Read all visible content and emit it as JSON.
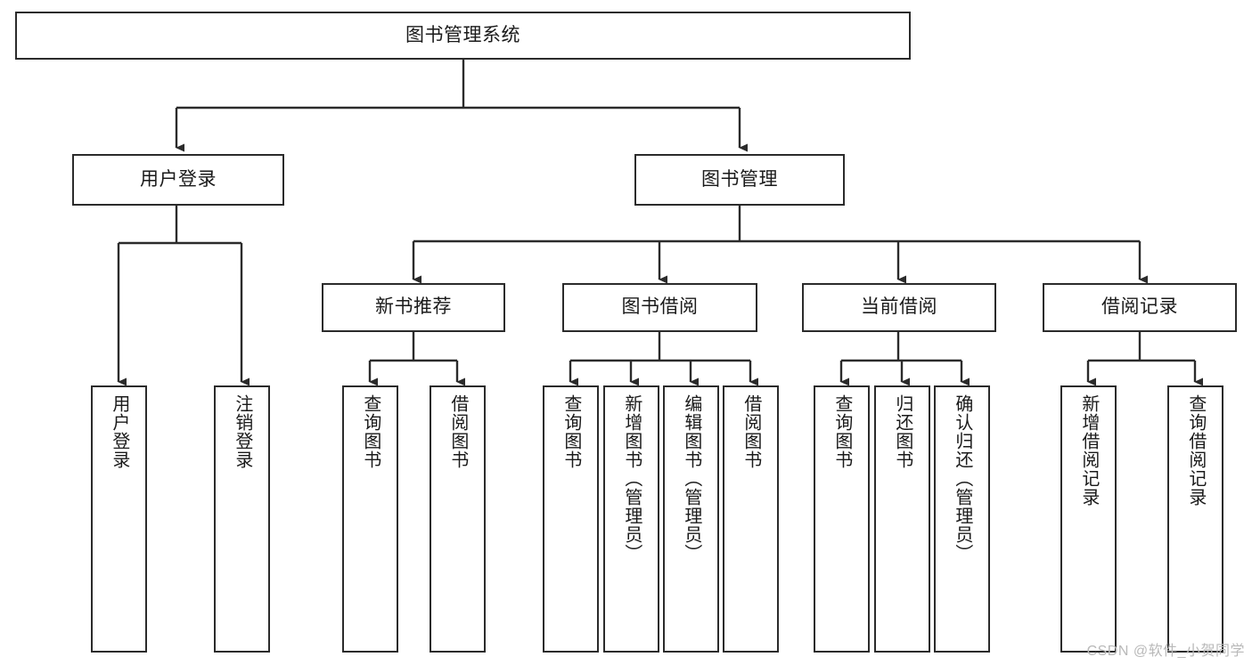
{
  "diagram": {
    "title": "图书管理系统",
    "watermark": "CSDN @软件_小贺同学",
    "colors": {
      "background": "#ffffff",
      "box_border": "#2b2b2b",
      "edge": "#2b2b2b",
      "text": "#1a1a1a",
      "watermark": "#b9b9b9"
    },
    "root": {
      "label": "图书管理系统"
    },
    "level2": [
      {
        "label": "用户登录"
      },
      {
        "label": "图书管理"
      },
      {
        "label": "新书推荐"
      },
      {
        "label": "图书借阅"
      },
      {
        "label": "当前借阅"
      },
      {
        "label": "借阅记录"
      }
    ],
    "leaves": [
      {
        "label": "用户登录"
      },
      {
        "label": "注销登录"
      },
      {
        "label": "查询图书"
      },
      {
        "label": "借阅图书"
      },
      {
        "label": "查询图书"
      },
      {
        "label": "新增图书（管理员）"
      },
      {
        "label": "编辑图书（管理员）"
      },
      {
        "label": "借阅图书"
      },
      {
        "label": "查询图书"
      },
      {
        "label": "归还图书"
      },
      {
        "label": "确认归还（管理员）"
      },
      {
        "label": "新增借阅记录"
      },
      {
        "label": "查询借阅记录"
      }
    ]
  }
}
